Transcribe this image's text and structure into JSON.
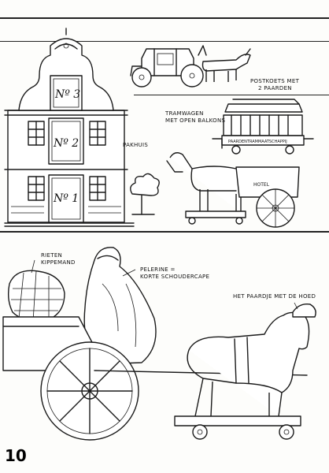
{
  "page": {
    "number": "10"
  },
  "labels": {
    "postkoets": [
      "POSTKOETS MET",
      "2 PAARDEN"
    ],
    "tramwagen": [
      "TRAMWAGEN",
      "MET OPEN BALKONS"
    ],
    "pakhuis": "PAKHUIS",
    "rieten": [
      "RIETEN",
      "KIPPEMAND"
    ],
    "pelerine": [
      "PELERINE =",
      "KORTE SCHOUDERCAPE"
    ],
    "paardje": "HET PAARDJE MET DE HOED"
  },
  "pakhuis_doors": [
    "Nº 3",
    "Nº 2",
    "Nº 1"
  ],
  "tram_side_text": "PAARDENTRAMMAATSCHAPPIJ",
  "cart_text": "HOTEL"
}
